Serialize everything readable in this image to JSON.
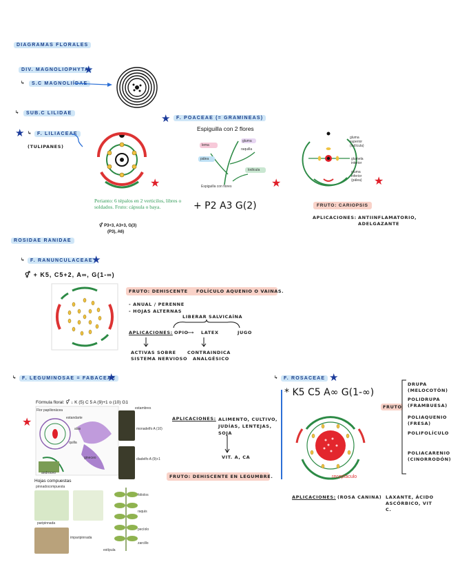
{
  "sections": {
    "diagramas_florales": "DIAGRAMAS FLORALES",
    "div_magnoliophyta": "DIV. MAGNOLIOPHYTA",
    "sc_magnoliidae": "S.C MAGNOLIÍDAE",
    "sub_c_liliidae": "SUB.C LILIDAE",
    "f_liliaceae": "F. LILIACEAE",
    "tulipanes": "(TULIPANES)",
    "f_poaceae": "F. POACEAE (= GRAMINEAS)",
    "rosidae": "ROSIDAE RANIDAE",
    "f_ranunculaceae": "F. RANUNCULACEAE",
    "f_leguminosae": "F. LEGUMINOSAE = FABACEAE",
    "f_rosaceae": "F. ROSACEAE"
  },
  "liliaceae": {
    "perianto_text": "Perianto: 6 tépalos en 2 verticilos, libres o soldados. Fruto: cápsula o baya.",
    "formula_small": "⚥ P3+3, A3+3, G(3)",
    "formula_small2": "(P3), A6)"
  },
  "poaceae": {
    "title": "Espiguilla con 2 flores",
    "labels": {
      "a": "lema",
      "b": "pálea",
      "c": "lodícula",
      "d": "gluma",
      "e": "raquilla",
      "bottom": "Espiguilla con flores"
    },
    "formula": "+ P2 A3 G(2)",
    "fruto": "FRUTO: CARIOPSIS",
    "aplicaciones": "APLICACIONES:",
    "aplicaciones_text": "ANTIINFLAMATORIO, ADELGAZANTE"
  },
  "ranunculaceae": {
    "formula": "⚥ + K5, C5+2, A∞, G(1-∞)",
    "fruto_label": "FRUTO: DEHISCENTE",
    "fruto_text": "FOLÍCULO AQUENIO O VAINAS.",
    "bullet1": "- ANUAL / PERENNE",
    "bullet2": "- HOJAS ALTERNAS",
    "note": "LIBERAR SALVICAÍNA",
    "aplicaciones": "APLICACIONES:",
    "opio": "OPIO",
    "latex": "LATEX",
    "jugo": "JUGO",
    "sub1a": "ACTIVAS SOBRE",
    "sub1b": "SISTEMA NERVIOSO",
    "sub2a": "CONTRAINDICA",
    "sub2b": "ANALGÉSICO"
  },
  "leguminosae": {
    "formula": "Fórmula floral: ⚥ ↓ K (5) C 5 A (9)+1 o (10) G1",
    "labels": {
      "flor": "Flor papilionácea",
      "estandarte": "estandarte",
      "alas": "alas",
      "quilla": "quilla",
      "androceo": "androceo",
      "gineceo": "gineceo",
      "estambres": "estambres",
      "monadelfo": "monadelfo A (10)",
      "diadelfo": "diadelfo A (9)+1",
      "hojas": "Hojas compuestas",
      "pinnada": "pinnadocompuesta",
      "paripinnada": "paripinnada",
      "imparipinnada": "imparipinnada",
      "foliolos": "foliolos",
      "raquis": "raquis",
      "peciolo": "pecíolo",
      "estipula": "estípula",
      "zarcillo": "zarcillo"
    },
    "aplicaciones": "APLICACIONES:",
    "aplicaciones_text": "ALIMENTO, CULTIVO, JUDÍAS, LENTEJAS, SOJA",
    "result": "VIT. A, Ca",
    "fruto": "FRUTO: DEHISCENTE EN LEGUMBRE."
  },
  "rosaceae": {
    "formula": "* K5 C5 A∞ G(1-∞)",
    "receptaculo": "receptáculo",
    "fruto": "FRUTO",
    "fruits": [
      "DRUPA (MELOCOTÓN)",
      "POLIDRUPA (FRAMBUESA)",
      "POLIAQUENIO (FRESA)",
      "POLIFOLÍCULO",
      "POLIACARENIO (CINORRODÓN)"
    ],
    "aplicaciones": "APLICACIONES:",
    "aplicaciones_text": "(ROSA CANINA)",
    "aplicaciones_right": "LAXANTE, ÁCIDO ASCÓRBICO, VIT C."
  },
  "colors": {
    "blue_highlight": "#cfe6f7",
    "red_highlight": "#f9d2c8",
    "star_blue": "#1a3a9a",
    "star_red": "#e0202a",
    "green_text": "#2f9a55"
  }
}
